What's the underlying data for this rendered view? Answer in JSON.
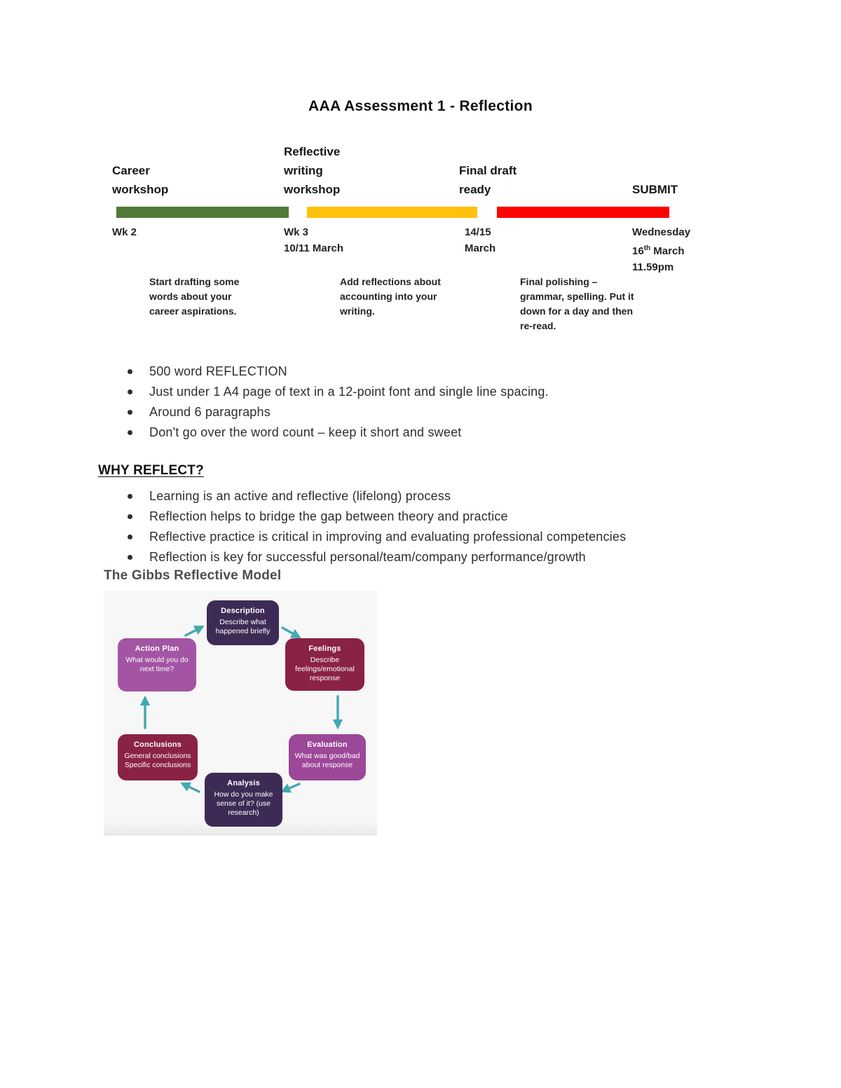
{
  "title": "AAA Assessment 1 - Reflection",
  "timeline": {
    "milestones": [
      {
        "label": "Career workshop",
        "date_lines": [
          "Wk 2"
        ],
        "bar_color": "#4f7a37"
      },
      {
        "label": "Reflective writing workshop",
        "date_lines": [
          "Wk 3",
          "10/11 March"
        ],
        "bar_color": "#fec10d"
      },
      {
        "label": "Final draft ready",
        "date_lines": [
          "14/15",
          "March"
        ],
        "bar_color": "#fe0202"
      },
      {
        "label": "SUBMIT",
        "date_line1": "Wednesday",
        "date_line2_num": "16",
        "date_line2_suffix": "th",
        "date_line2_rest": " March",
        "date_line3": "11.59pm"
      }
    ],
    "notes": [
      "Start drafting some words about your career aspirations.",
      "Add reflections about accounting into your writing.",
      "Final polishing – grammar, spelling. Put it down for a day and then re-read."
    ]
  },
  "spec_list": [
    "500 word REFLECTION",
    "Just under 1 A4 page of text in a 12-point font and single line spacing.",
    "Around 6 paragraphs",
    "Don't go over the word count – keep it short and sweet"
  ],
  "why_reflect": {
    "heading": "WHY REFLECT?",
    "items": [
      "Learning is an active and reflective (lifelong) process",
      "Reflection helps to bridge the gap between theory and practice",
      "Reflective practice is critical in improving and evaluating professional competencies",
      "Reflection is key for successful personal/team/company performance/growth"
    ]
  },
  "gibbs": {
    "heading": "The Gibbs Reflective Model",
    "arrow_color": "#43a9b1",
    "nodes": [
      {
        "title": "Description",
        "body": "Describe what happened briefly",
        "color": "#3d2b55"
      },
      {
        "title": "Feelings",
        "body": "Describe feelings/emotional response",
        "color": "#8a2244"
      },
      {
        "title": "Evaluation",
        "body": "What was good/bad about response",
        "color": "#9c4798"
      },
      {
        "title": "Analysis",
        "body": "How do you make sense of it? (use research)",
        "color": "#3d2b55"
      },
      {
        "title": "Conclusions",
        "body": "General conclusions Specific conclusions",
        "color": "#8a2244"
      },
      {
        "title": "Action Plan",
        "body": "What would you do next time?",
        "color": "#a355a3"
      }
    ]
  }
}
